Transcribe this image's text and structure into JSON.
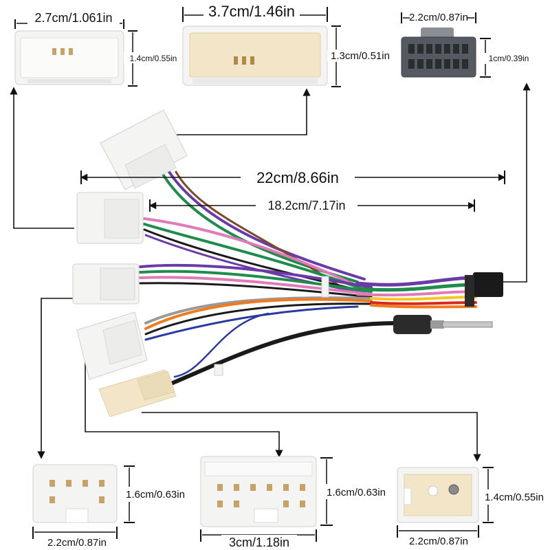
{
  "connectors": {
    "top_left": {
      "width": "2.7cm/1.061in",
      "height": "1.4cm/0.55in"
    },
    "top_middle": {
      "width": "3.7cm/1.46in",
      "height": "1.3cm/0.51in"
    },
    "top_right": {
      "width": "2.2cm/0.87in",
      "height": "1cm/0.39in"
    },
    "bottom_left": {
      "width": "2.2cm/0.87in",
      "height": "1.6cm/0.63in"
    },
    "bottom_middle": {
      "width": "3cm/1.18in",
      "height": "1.6cm/0.63in"
    },
    "bottom_right": {
      "width": "2.2cm/0.87in",
      "height": "1.4cm/0.55in"
    }
  },
  "harness": {
    "total_length": "22cm/8.66in",
    "inner_length": "18.2cm/7.17in"
  },
  "colors": {
    "connector_white": "#f4f4f2",
    "connector_cream": "#f3e6c8",
    "connector_grey": "#555a60",
    "wire_green": "#1e8c4a",
    "wire_purple": "#6a3aa8",
    "wire_pink": "#e07ab8",
    "wire_orange": "#f07a1e",
    "wire_brown": "#7a4a2a",
    "wire_blue": "#2a3aa0",
    "wire_black": "#1a1a1a",
    "wire_grey": "#9a9a9a",
    "wire_yellow": "#f2c81e",
    "wire_red": "#d8281e"
  }
}
